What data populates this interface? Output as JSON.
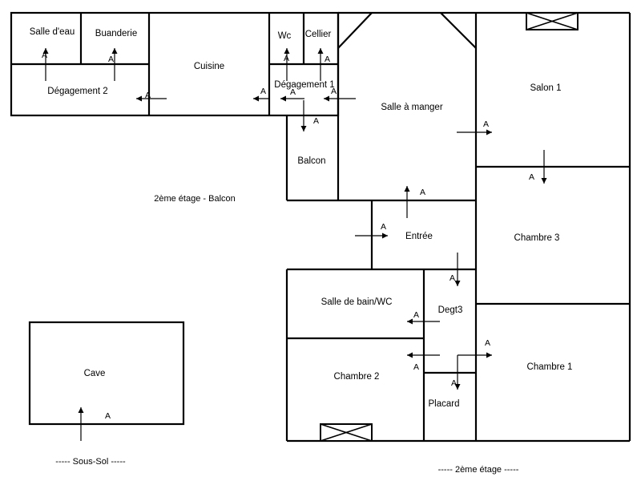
{
  "rooms": {
    "salle_deau": "Salle d'eau",
    "buanderie": "Buanderie",
    "degagement_2": "Dégagement 2",
    "cuisine": "Cuisine",
    "wc": "Wc",
    "cellier": "Cellier",
    "degagement_1": "Dégagement 1",
    "salle_a_manger": "Salle à manger",
    "salon_1": "Salon 1",
    "balcon": "Balcon",
    "entree": "Entrée",
    "chambre_3": "Chambre 3",
    "salle_de_bain_wc": "Salle de bain/WC",
    "degt3": "Degt3",
    "chambre_2": "Chambre 2",
    "placard": "Placard",
    "chambre_1": "Chambre 1",
    "cave": "Cave"
  },
  "captions": {
    "balcon_level": "2ème étage - Balcon",
    "sous_sol": "----- Sous-Sol -----",
    "deuxieme_etage": "----- 2ème étage -----"
  },
  "arrow_label": "A"
}
